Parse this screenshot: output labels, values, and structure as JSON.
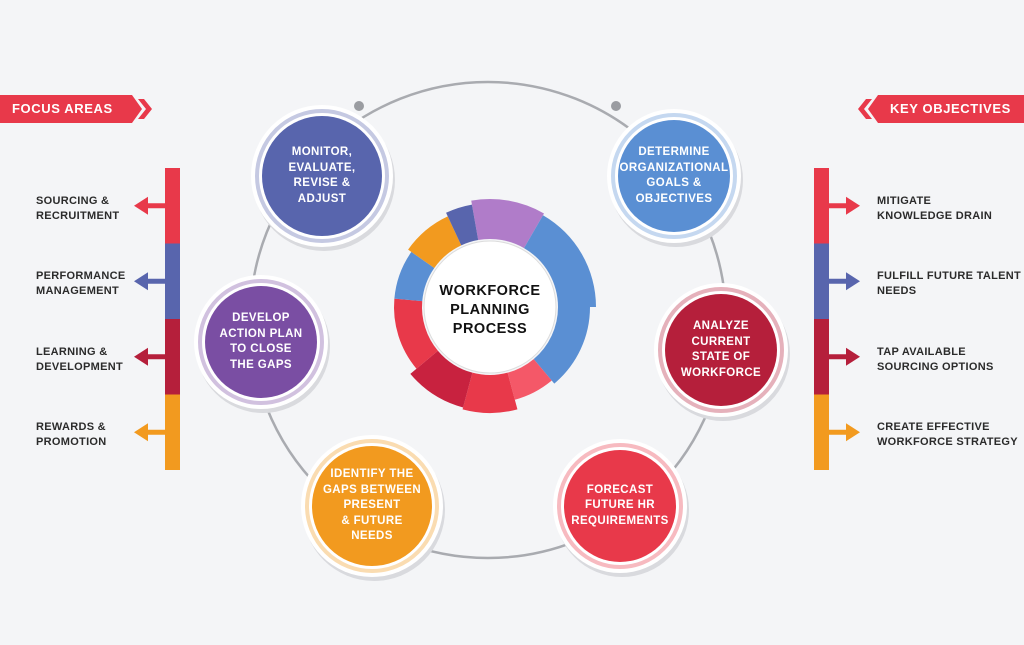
{
  "center": {
    "title": "WORKFORCE\nPLANNING\nPROCESS"
  },
  "banners": {
    "left": "FOCUS AREAS",
    "right": "KEY OBJECTIVES"
  },
  "colors": {
    "red": "#e8394a",
    "blue": "#5865ad",
    "crimson": "#b51f3b",
    "orange": "#f29a1f",
    "purple": "#7a4ea3",
    "lightblue": "#5a8fd3"
  },
  "process_steps": [
    {
      "label": "DETERMINE\nORGANIZATIONAL\nGOALS &\nOBJECTIVES",
      "color": "#5a8fd3"
    },
    {
      "label": "ANALYZE\nCURRENT\nSTATE OF\nWORKFORCE",
      "color": "#b51f3b"
    },
    {
      "label": "FORECAST\nFUTURE HR\nREQUIREMENTS",
      "color": "#e8394a"
    },
    {
      "label": "IDENTIFY THE\nGAPS BETWEEN\nPRESENT\n& FUTURE\nNEEDS",
      "color": "#f29a1f"
    },
    {
      "label": "DEVELOP\nACTION PLAN\nTO CLOSE\nTHE GAPS",
      "color": "#7a4ea3"
    },
    {
      "label": "MONITOR,\nEVALUATE,\nREVISE &\nADJUST",
      "color": "#5865ad"
    }
  ],
  "focus_areas": [
    {
      "label": "SOURCING &\nRECRUITMENT",
      "color": "#e8394a"
    },
    {
      "label": "PERFORMANCE\nMANAGEMENT",
      "color": "#5865ad"
    },
    {
      "label": "LEARNING &\nDEVELOPMENT",
      "color": "#b51f3b"
    },
    {
      "label": "REWARDS &\nPROMOTION",
      "color": "#f29a1f"
    }
  ],
  "key_objectives": [
    {
      "label": "MITIGATE\nKNOWLEDGE DRAIN",
      "color": "#e8394a"
    },
    {
      "label": "FULFILL FUTURE TALENT\nNEEDS",
      "color": "#5865ad"
    },
    {
      "label": "TAP AVAILABLE\nSOURCING OPTIONS",
      "color": "#b51f3b"
    },
    {
      "label": "CREATE EFFECTIVE\nWORKFORCE STRATEGY",
      "color": "#f29a1f"
    }
  ]
}
